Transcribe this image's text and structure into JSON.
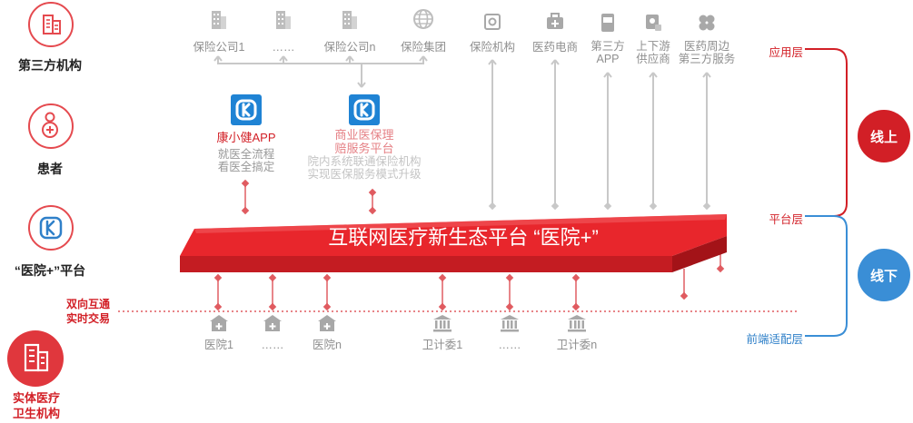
{
  "left": {
    "third_party": "第三方机构",
    "patient": "患者",
    "hospital_plus": "“医院+”平台",
    "two_way_1": "双向互通",
    "two_way_2": "实时交易",
    "physical_1": "实体医疗",
    "physical_2": "卫生机构"
  },
  "top_insurers": [
    {
      "label": "保险公司1",
      "icon": "building-icon"
    },
    {
      "label": "……",
      "icon": "building-icon"
    },
    {
      "label": "保险公司n",
      "icon": "building-icon"
    },
    {
      "label": "保险集团",
      "icon": "globe-icon"
    }
  ],
  "top_services": [
    {
      "label": "保险机构",
      "icon": "safe-icon"
    },
    {
      "label": "医药电商",
      "icon": "medkit-icon"
    },
    {
      "label1": "第三方",
      "label2": "APP",
      "icon": "app-icon"
    },
    {
      "label1": "上下游",
      "label2": "供应商",
      "icon": "supplier-icon"
    },
    {
      "label1": "医药周边",
      "label2": "第三方服务",
      "icon": "clover-icon"
    }
  ],
  "apps": {
    "kangxiaojian_title": "康小健APP",
    "kangxiaojian_desc1": "就医全流程",
    "kangxiaojian_desc2": "看医全搞定",
    "commercial_title1": "商业医保理",
    "commercial_title2": "赔服务平台",
    "commercial_desc1": "院内系统联通保险机构",
    "commercial_desc2": "实现医保服务模式升级"
  },
  "platform_title": "互联网医疗新生态平台 “医院+”",
  "bottom_nodes": [
    {
      "label": "医院1",
      "icon": "hospital-icon"
    },
    {
      "label": "……",
      "icon": "hospital-icon"
    },
    {
      "label": "医院n",
      "icon": "hospital-icon"
    },
    {
      "label": "卫计委1",
      "icon": "bank-icon"
    },
    {
      "label": "……",
      "icon": "bank-icon"
    },
    {
      "label": "卫计委n",
      "icon": "bank-icon"
    }
  ],
  "layers": {
    "application": "应用层",
    "platform": "平台层",
    "frontend": "前端适配层",
    "online": "线上",
    "offline": "线下"
  },
  "colors": {
    "red": "#d21f26",
    "blue": "#3a8ed6",
    "gray": "#8f8f8f",
    "platform_top": "#e8262c",
    "platform_side": "#b3161b"
  }
}
